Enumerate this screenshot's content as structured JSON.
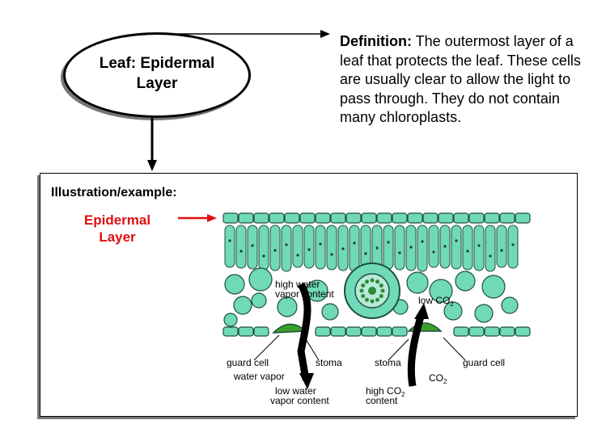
{
  "concept": {
    "title": "Leaf:  Epidermal\nLayer"
  },
  "definition": {
    "label": "Definition:",
    "text": " The outermost layer of a leaf that protects the leaf. These cells are usually clear to allow the light to pass through. They do not contain many chloroplasts."
  },
  "illustration": {
    "heading": "Illustration/example:",
    "pointer_label": "Epidermal\nLayer",
    "annotations": {
      "high_water": [
        "high water",
        "vapor content"
      ],
      "low_co2": "low CO",
      "guard_cell_left": "guard cell",
      "stoma_left": "stoma",
      "water_vapor": "water vapor",
      "stoma_right": "stoma",
      "guard_cell_right": "guard cell",
      "co2": "CO",
      "low_water": [
        "low water",
        "vapor content"
      ],
      "high_co2": [
        "high CO",
        "content"
      ],
      "subscript": "2"
    }
  },
  "colors": {
    "arrow_red": "#e01010",
    "cell_fill": "#6fd9b8",
    "cell_stroke": "#1f4f3f",
    "guard_green": "#3aa02a"
  }
}
